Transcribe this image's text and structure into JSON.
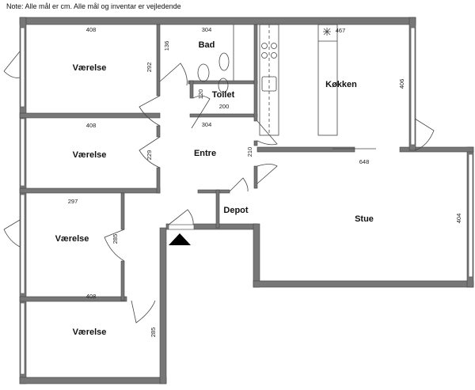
{
  "note": "Note: Alle mål er cm. Alle mål og inventar er vejledende",
  "rooms": {
    "vaerelse1": "Værelse",
    "vaerelse2": "Værelse",
    "vaerelse3": "Værelse",
    "vaerelse4": "Værelse",
    "bad": "Bad",
    "toilet": "Toilet",
    "koekken": "Køkken",
    "entre": "Entre",
    "depot": "Depot",
    "stue": "Stue"
  },
  "dimensions": {
    "v1_width": "408",
    "v1_height": "292",
    "v2_width": "408",
    "v2_height": "229",
    "v3_width": "297",
    "v3_height": "285",
    "v4_width": "408",
    "v4_height": "285",
    "bad_width": "304",
    "bad_height": "136",
    "toilet_width": "200",
    "toilet_height": "120",
    "entre_width": "304",
    "entre_height": "210",
    "koekken_width": "467",
    "koekken_height": "406",
    "stue_width": "648",
    "stue_height": "404"
  },
  "colors": {
    "wall": "#777777",
    "entrance_marker": "#000000"
  }
}
